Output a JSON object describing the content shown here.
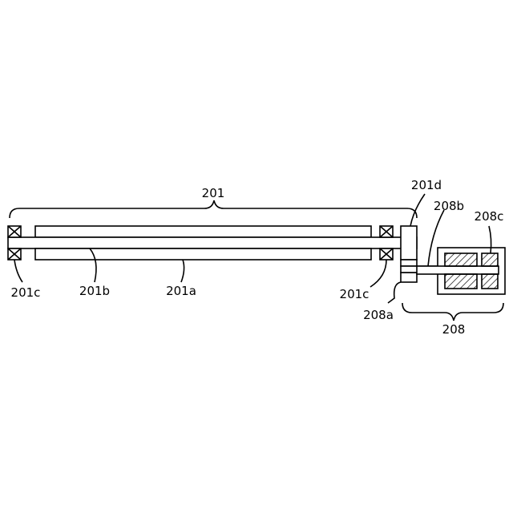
{
  "labels": {
    "l201": "201",
    "l201a": "201a",
    "l201b": "201b",
    "l201c_left": "201c",
    "l201c_right": "201c",
    "l201d": "201d",
    "l208": "208",
    "l208a": "208a",
    "l208b": "208b",
    "l208c": "208c"
  }
}
